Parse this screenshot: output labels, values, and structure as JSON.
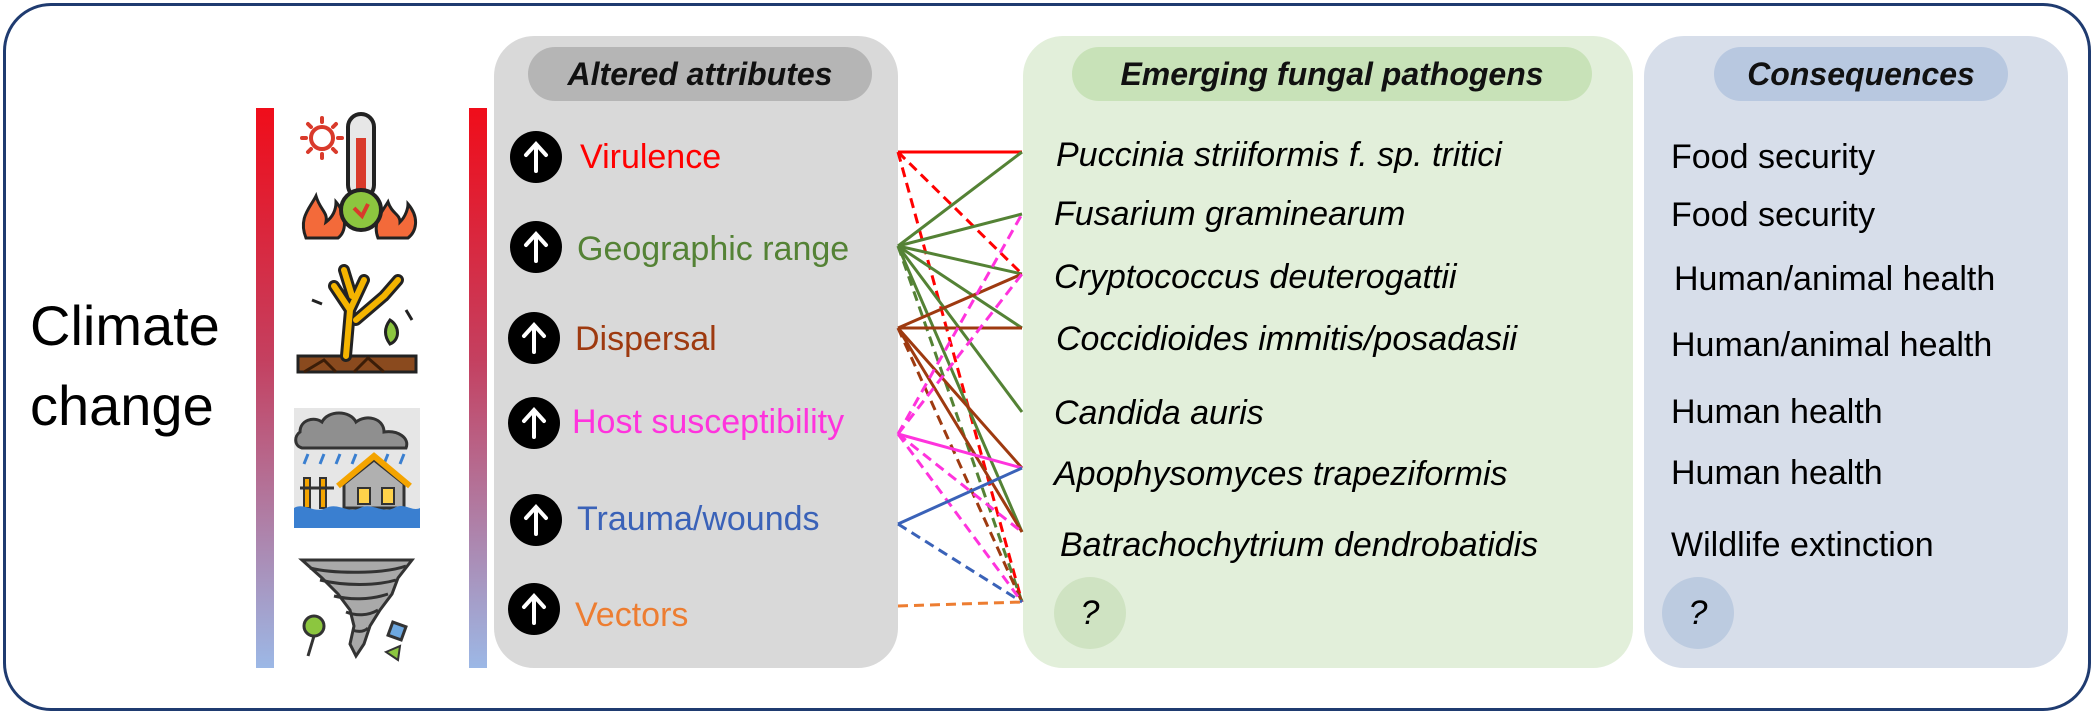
{
  "climate": {
    "line1": "Climate",
    "line2": "change"
  },
  "icons": [
    "heat-thermometer-fire-icon",
    "drought-dead-tree-icon",
    "flood-storm-house-icon",
    "tornado-icon"
  ],
  "attributes": {
    "header": "Altered attributes",
    "items": [
      {
        "label": "Virulence",
        "color": "#ff0000"
      },
      {
        "label": "Geographic range",
        "color": "#548235"
      },
      {
        "label": "Dispersal",
        "color": "#9e3a10"
      },
      {
        "label": "Host susceptibility",
        "color": "#ff33dd"
      },
      {
        "label": "Trauma/wounds",
        "color": "#3a62b8"
      },
      {
        "label": "Vectors",
        "color": "#ed7d31"
      }
    ]
  },
  "pathogens": {
    "header": "Emerging fungal pathogens",
    "items": [
      "Puccinia striiformis f. sp. tritici",
      "Fusarium graminearum",
      "Cryptococcus deuterogattii",
      "Coccidioides immitis/posadasii",
      "Candida auris",
      "Apophysomyces trapeziformis",
      "Batrachochytrium dendrobatidis"
    ],
    "unknown": "?"
  },
  "consequences": {
    "header": "Consequences",
    "items": [
      "Food security",
      "Food security",
      "Human/animal health",
      "Human/animal health",
      "Human health",
      "Human health",
      "Wildlife extinction"
    ],
    "unknown": "?"
  },
  "links": [
    {
      "from": 0,
      "to": 0,
      "style": "solid"
    },
    {
      "from": 0,
      "to": 2,
      "style": "dashed"
    },
    {
      "from": 0,
      "to": 7,
      "style": "dashed"
    },
    {
      "from": 1,
      "to": 0,
      "style": "solid"
    },
    {
      "from": 1,
      "to": 1,
      "style": "solid"
    },
    {
      "from": 1,
      "to": 2,
      "style": "solid"
    },
    {
      "from": 1,
      "to": 3,
      "style": "solid"
    },
    {
      "from": 1,
      "to": 4,
      "style": "solid"
    },
    {
      "from": 1,
      "to": 6,
      "style": "solid"
    },
    {
      "from": 1,
      "to": 7,
      "style": "dashed"
    },
    {
      "from": 2,
      "to": 2,
      "style": "solid"
    },
    {
      "from": 2,
      "to": 3,
      "style": "solid"
    },
    {
      "from": 2,
      "to": 5,
      "style": "solid"
    },
    {
      "from": 2,
      "to": 6,
      "style": "solid"
    },
    {
      "from": 2,
      "to": 7,
      "style": "dashed"
    },
    {
      "from": 3,
      "to": 1,
      "style": "dashed"
    },
    {
      "from": 3,
      "to": 2,
      "style": "dashed"
    },
    {
      "from": 3,
      "to": 5,
      "style": "solid"
    },
    {
      "from": 3,
      "to": 6,
      "style": "dashed"
    },
    {
      "from": 3,
      "to": 7,
      "style": "dashed"
    },
    {
      "from": 4,
      "to": 5,
      "style": "solid"
    },
    {
      "from": 4,
      "to": 7,
      "style": "dashed"
    },
    {
      "from": 5,
      "to": 7,
      "style": "dashed"
    }
  ]
}
